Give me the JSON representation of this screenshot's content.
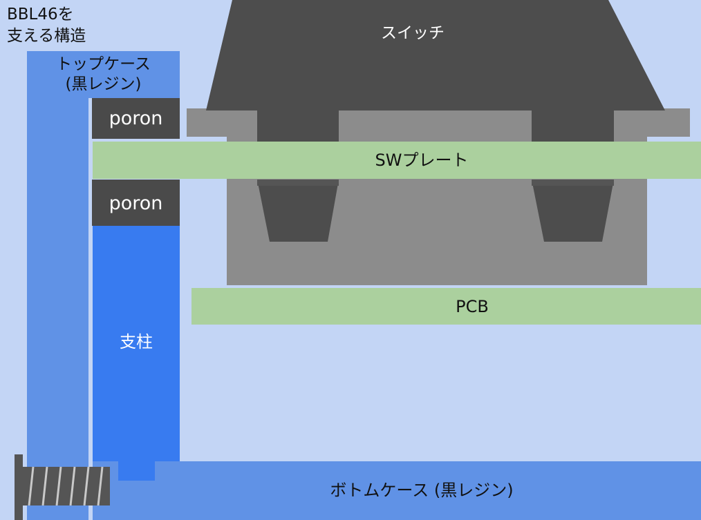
{
  "title": "BBL46を\n支える構造",
  "labels": {
    "top_case": "トップケース\n(黒レジン)",
    "poron_upper": "poron",
    "poron_lower": "poron",
    "switch": "スイッチ",
    "sw_plate": "SWプレート",
    "pcb": "PCB",
    "pillar": "支柱",
    "bottom_case": "ボトムケース (黒レジン)"
  },
  "colors": {
    "background": "#c3d5f5",
    "case_blue": "#6092e6",
    "pillar_blue": "#387bf0",
    "switch_dark": "#4d4d4d",
    "switch_housing": "#8c8c8c",
    "plate_green": "#abd09e",
    "poron_dark": "#4a4a4a",
    "screw": "#555555"
  }
}
